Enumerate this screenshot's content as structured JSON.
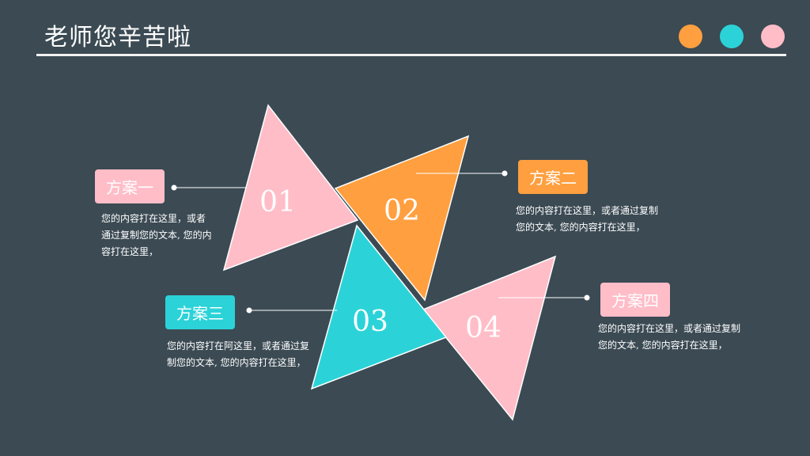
{
  "header": {
    "title": "老师您辛苦啦"
  },
  "colors": {
    "background": "#3b4a53",
    "orange": "#ff9f3f",
    "cyan": "#2bd3d8",
    "pink": "#ffbdc8"
  },
  "items": [
    {
      "number": "01",
      "label": "方案一",
      "desc_lines": [
        "您的内容打在这里，或者",
        "通过复制您的文本, 您的内",
        "容打在这里，"
      ]
    },
    {
      "number": "02",
      "label": "方案二",
      "desc_lines": [
        "您的内容打在这里，或者通过复制",
        "您的文本, 您的内容打在这里，"
      ]
    },
    {
      "number": "03",
      "label": "方案三",
      "desc_lines": [
        "您的内容打在阿这里，或者通过复",
        "制您的文本, 您的内容打在这里，"
      ]
    },
    {
      "number": "04",
      "label": "方案四",
      "desc_lines": [
        "您的内容打在这里，或者通过复制",
        "您的文本, 您的内容打在这里，"
      ]
    }
  ]
}
